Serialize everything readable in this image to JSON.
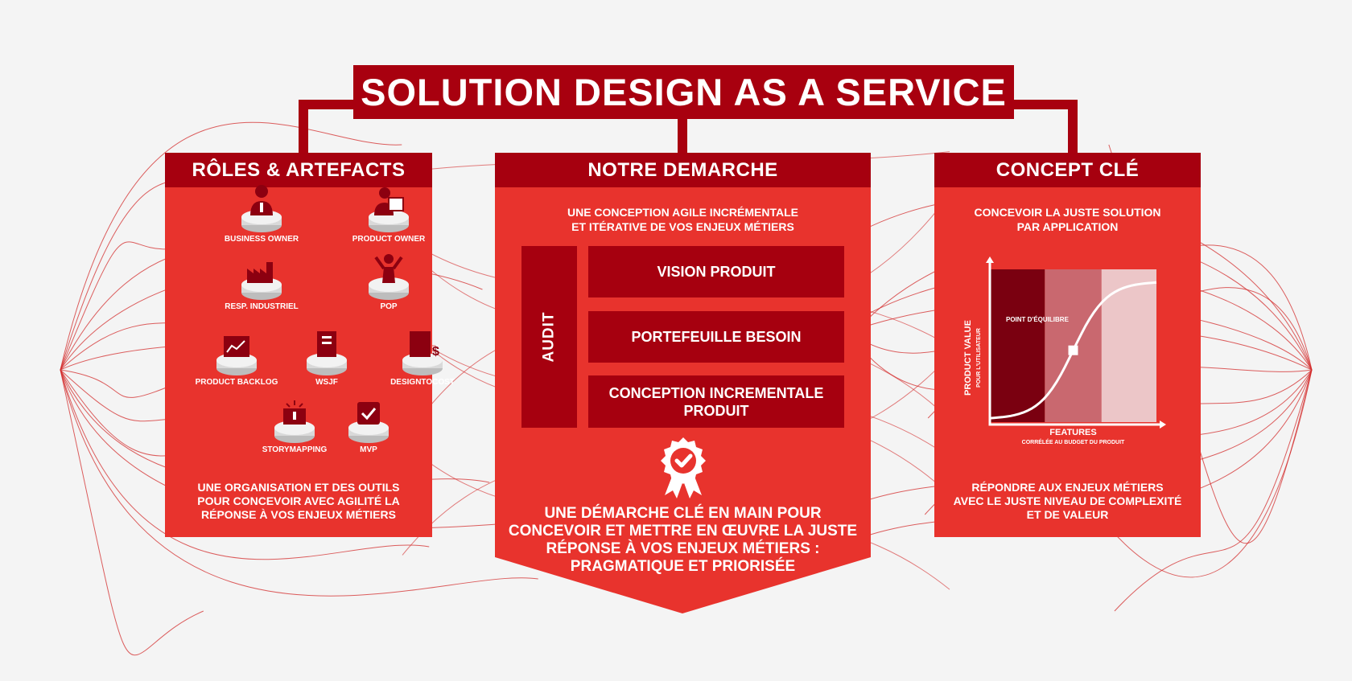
{
  "title": "SOLUTION DESIGN AS A SERVICE",
  "colors": {
    "accent": "#e8332d",
    "dark": "#a6000f",
    "deep": "#7a0010",
    "background": "#f4f4f4"
  },
  "left_panel": {
    "heading": "RÔLES & ARTEFACTS",
    "roles": [
      {
        "label": "BUSINESS OWNER",
        "icon": "business-owner-icon"
      },
      {
        "label": "PRODUCT OWNER",
        "icon": "product-owner-icon"
      },
      {
        "label": "RESP. INDUSTRIEL",
        "icon": "factory-icon"
      },
      {
        "label": "POP",
        "icon": "pop-icon"
      },
      {
        "label": "PRODUCT BACKLOG",
        "icon": "backlog-icon"
      },
      {
        "label": "WSJF",
        "icon": "wsjf-icon"
      },
      {
        "label": "DESIGNTOCOST",
        "icon": "design-to-cost-icon"
      },
      {
        "label": "STORYMAPPING",
        "icon": "storymapping-icon"
      },
      {
        "label": "MVP",
        "icon": "mvp-icon"
      }
    ],
    "footer_lines": [
      "UNE ORGANISATION ET DES OUTILS",
      "POUR CONCEVOIR AVEC AGILITÉ LA",
      "RÉPONSE À VOS ENJEUX MÉTIERS"
    ]
  },
  "middle_panel": {
    "heading": "NOTRE DEMARCHE",
    "subtitle_lines": [
      "UNE CONCEPTION AGILE INCRÉMENTALE",
      "ET ITÉRATIVE DE VOS ENJEUX MÉTIERS"
    ],
    "audit_label": "AUDIT",
    "stages": [
      {
        "lines": [
          "VISION PRODUIT"
        ]
      },
      {
        "lines": [
          "PORTEFEUILLE BESOIN"
        ]
      },
      {
        "lines": [
          "CONCEPTION INCREMENTALE",
          "PRODUIT"
        ]
      }
    ],
    "badge_icon": "award-badge-icon",
    "footer_lines": [
      "UNE DÉMARCHE CLÉ EN MAIN POUR",
      "CONCEVOIR ET METTRE EN ŒUVRE LA JUSTE",
      "RÉPONSE À VOS ENJEUX MÉTIERS :",
      "PRAGMATIQUE ET PRIORISÉE"
    ]
  },
  "right_panel": {
    "heading": "CONCEPT CLÉ",
    "subtitle_lines": [
      "CONCEVOIR LA JUSTE SOLUTION",
      "PAR APPLICATION"
    ],
    "footer_lines": [
      "RÉPONDRE AUX ENJEUX MÉTIERS",
      "AVEC LE JUSTE NIVEAU DE COMPLEXITÉ",
      "ET DE VALEUR"
    ]
  },
  "chart_data": {
    "type": "line",
    "xlabel": "FEATURES",
    "xlabel_sub": "CORRÉLÉE AU BUDGET DU PRODUIT",
    "ylabel": "PRODUCT VALUE",
    "ylabel_sub": "POUR L'UTILISATEUR",
    "annotation": "POINT D'ÉQUILIBRE",
    "zones": [
      {
        "from": 0,
        "to": 0.33,
        "color": "#7a0010"
      },
      {
        "from": 0.33,
        "to": 0.67,
        "color": "#c9686f"
      },
      {
        "from": 0.67,
        "to": 1,
        "color": "#ecc6c8"
      }
    ],
    "curve": "s-curve",
    "equilibrium_point": {
      "x": 0.5,
      "y": 0.5
    }
  }
}
